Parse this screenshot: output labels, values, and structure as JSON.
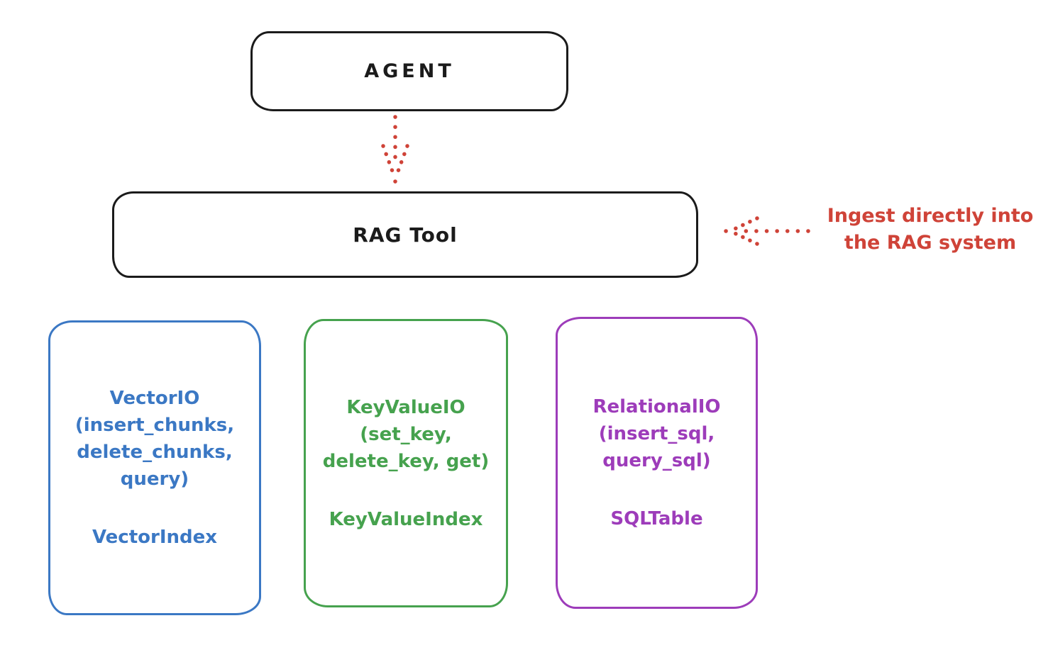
{
  "colors": {
    "black": "#1b1b1b",
    "red": "#cf4338",
    "blue": "#3b78c4",
    "green": "#46a24e",
    "purple": "#9d3cba",
    "background": "#ffffff"
  },
  "agent": {
    "label": "AGENT"
  },
  "rag_tool": {
    "label": "RAG Tool"
  },
  "arrows": {
    "agent_to_rag": {
      "icon": "dotted-arrow-down",
      "color": "#cf4338"
    },
    "annotation_to_rag": {
      "icon": "dotted-arrow-left",
      "color": "#cf4338"
    }
  },
  "annotation": {
    "line1": "Ingest directly into",
    "line2": "the RAG system"
  },
  "backends": [
    {
      "id": "vector",
      "lines": [
        "VectorIO",
        "(insert_chunks,",
        "delete_chunks,",
        "query)"
      ],
      "index": "VectorIndex",
      "color": "#3b78c4"
    },
    {
      "id": "keyvalue",
      "lines": [
        "KeyValueIO",
        "(set_key,",
        "delete_key, get)"
      ],
      "index": "KeyValueIndex",
      "color": "#46a24e"
    },
    {
      "id": "relational",
      "lines": [
        "RelationalIO",
        "(insert_sql,",
        "query_sql)"
      ],
      "index": "SQLTable",
      "color": "#9d3cba"
    }
  ]
}
